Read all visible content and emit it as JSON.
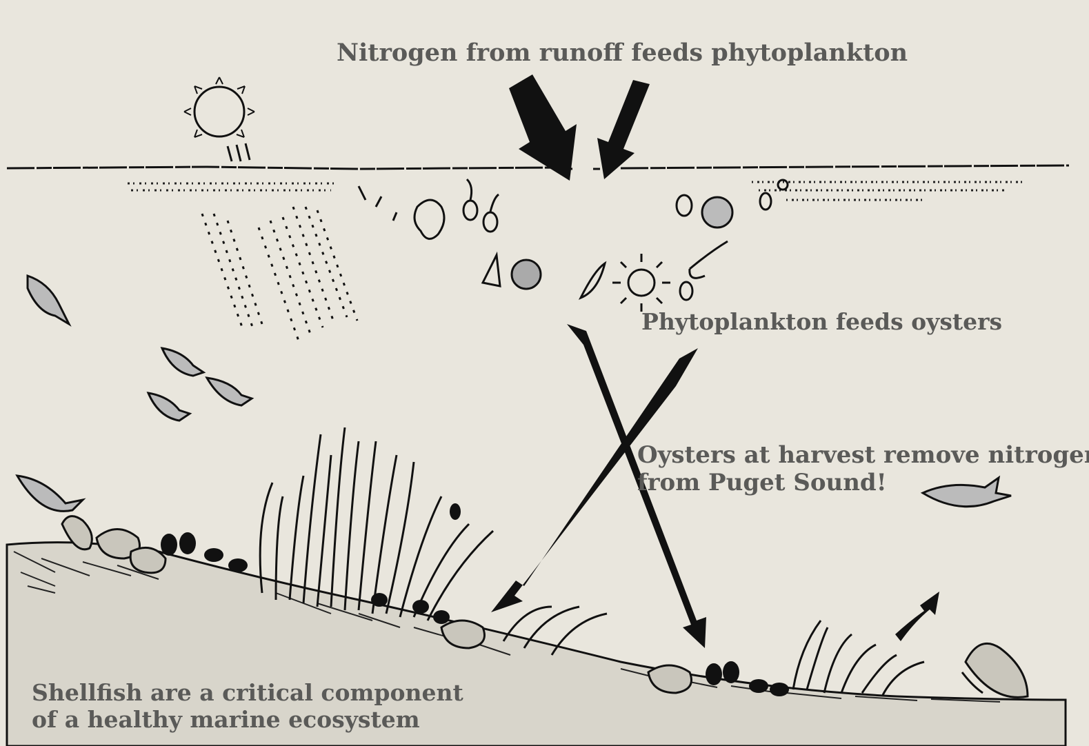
{
  "labels": {
    "nitrogen": "Nitrogen from runoff feeds phytoplankton",
    "phytoplankton": "Phytoplankton feeds oysters",
    "oysters_line1": "Oysters at harvest remove nitrogen",
    "oysters_line2": "from Puget Sound!",
    "shellfish_line1": "Shellfish are a critical component",
    "shellfish_line2": "of a healthy marine ecosystem"
  },
  "colors": {
    "background": "#e9e6dd",
    "ink": "#111111",
    "label_text": "#5a5a58"
  },
  "icons": [
    "sun-icon",
    "fish-icon",
    "phytoplankton-icon",
    "oyster-icon",
    "seagrass-icon",
    "arrow-icon"
  ]
}
